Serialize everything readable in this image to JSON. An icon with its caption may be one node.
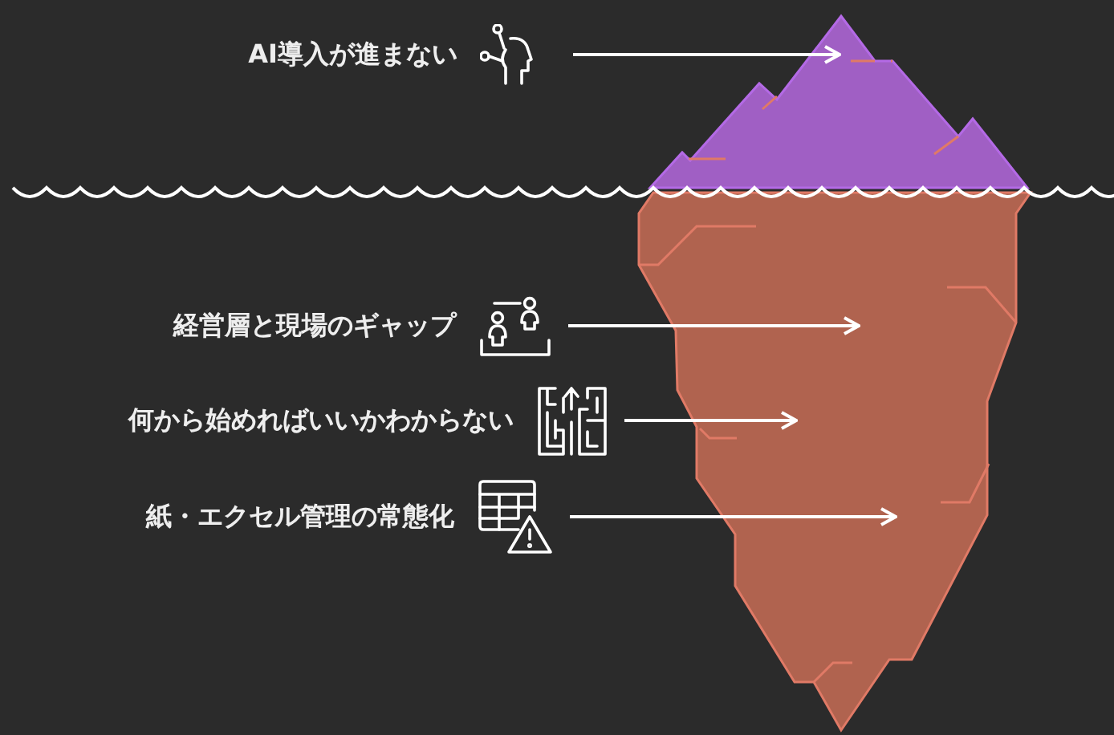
{
  "diagram": {
    "nodes": [
      {
        "text": [
          "AI導入が進まない"
        ]
      },
      {
        "text": [
          "経営層と現場のギャップ"
        ]
      },
      {
        "text": [
          "何から始めればいいかわからない"
        ]
      },
      {
        "text": [
          "紙・エクセル管理の常態化"
        ]
      }
    ],
    "edges": [
      {
        "from": 0,
        "to": null,
        "arrow": "to"
      },
      {
        "from": 1,
        "to": null,
        "arrow": "to"
      },
      {
        "from": 2,
        "to": null,
        "arrow": "to"
      },
      {
        "from": 3,
        "to": null,
        "arrow": "to"
      }
    ]
  }
}
